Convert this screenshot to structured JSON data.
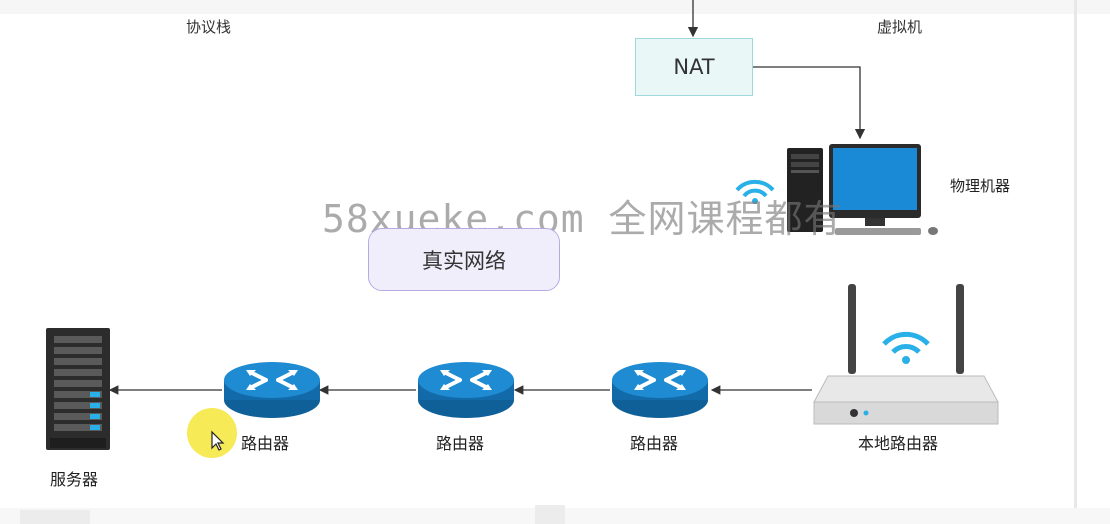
{
  "labels": {
    "protocol_stack": "协议栈",
    "virtual_machine": "虚拟机",
    "nat": "NAT",
    "physical_machine": "物理机器",
    "real_network": "真实网络",
    "router_1": "路由器",
    "router_2": "路由器",
    "router_3": "路由器",
    "local_router": "本地路由器",
    "server": "服务器"
  },
  "watermark": "58xueke.com 全网课程都有",
  "colors": {
    "nat_fill": "#eaf7f7",
    "nat_border": "#9fd9dc",
    "real_fill": "#f1eefb",
    "real_border": "#b9a9e3",
    "router_blue": "#1a7fc6",
    "wifi_blue": "#2ab0e8",
    "cursor_highlight": "#f5e63a"
  },
  "icons": [
    "router-icon",
    "server-rack-icon",
    "wifi-router-icon",
    "desktop-pc-icon",
    "monitor-icon",
    "wifi-icon",
    "mouse-cursor-icon"
  ]
}
